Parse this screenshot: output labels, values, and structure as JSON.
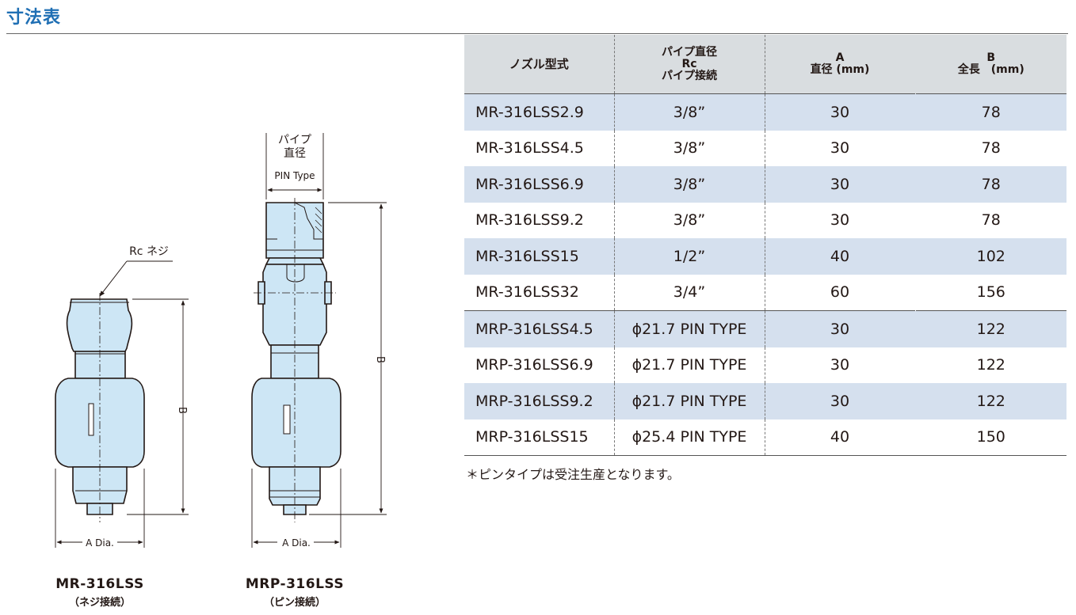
{
  "page": {
    "title": "寸法表"
  },
  "drawings": {
    "left": {
      "callout": "Rc ネジ",
      "dim_b": "B",
      "dim_a": "A Dia.",
      "model": "MR-316LSS",
      "connection": "（ネジ接続）"
    },
    "right": {
      "pipe_label_1": "パイプ",
      "pipe_label_2": "直径",
      "pipe_type": "PIN Type",
      "dim_b": "B",
      "dim_a": "A Dia.",
      "model": "MRP-316LSS",
      "connection": "（ピン接続）"
    },
    "colors": {
      "body_fill": "#cde6f5",
      "outline": "#231815"
    }
  },
  "table": {
    "headers": {
      "model": "ノズル型式",
      "pipe_1": "パイプ直径",
      "pipe_2": "Rc",
      "pipe_3": "パイプ接続",
      "a_1": "A",
      "a_2": "直径 (mm)",
      "b_1": "B",
      "b_2": "全長　(mm)"
    },
    "rows": [
      {
        "model": "MR-316LSS2.9",
        "pipe": "3/8”",
        "a": "30",
        "b": "78"
      },
      {
        "model": "MR-316LSS4.5",
        "pipe": "3/8”",
        "a": "30",
        "b": "78"
      },
      {
        "model": "MR-316LSS6.9",
        "pipe": "3/8”",
        "a": "30",
        "b": "78"
      },
      {
        "model": "MR-316LSS9.2",
        "pipe": "3/8”",
        "a": "30",
        "b": "78"
      },
      {
        "model": "MR-316LSS15",
        "pipe": "1/2”",
        "a": "40",
        "b": "102"
      },
      {
        "model": "MR-316LSS32",
        "pipe": "3/4”",
        "a": "60",
        "b": "156"
      },
      {
        "model": "MRP-316LSS4.5",
        "pipe": "ϕ21.7 PIN TYPE",
        "a": "30",
        "b": "122"
      },
      {
        "model": "MRP-316LSS6.9",
        "pipe": "ϕ21.7 PIN TYPE",
        "a": "30",
        "b": "122"
      },
      {
        "model": "MRP-316LSS9.2",
        "pipe": "ϕ21.7 PIN TYPE",
        "a": "30",
        "b": "122"
      },
      {
        "model": "MRP-316LSS15",
        "pipe": "ϕ25.4 PIN TYPE",
        "a": "40",
        "b": "150"
      }
    ],
    "header_bg": "#d9dde0",
    "stripe_bg": "#d5e0ee"
  },
  "note": "＊ピンタイプは受注生産となります。"
}
